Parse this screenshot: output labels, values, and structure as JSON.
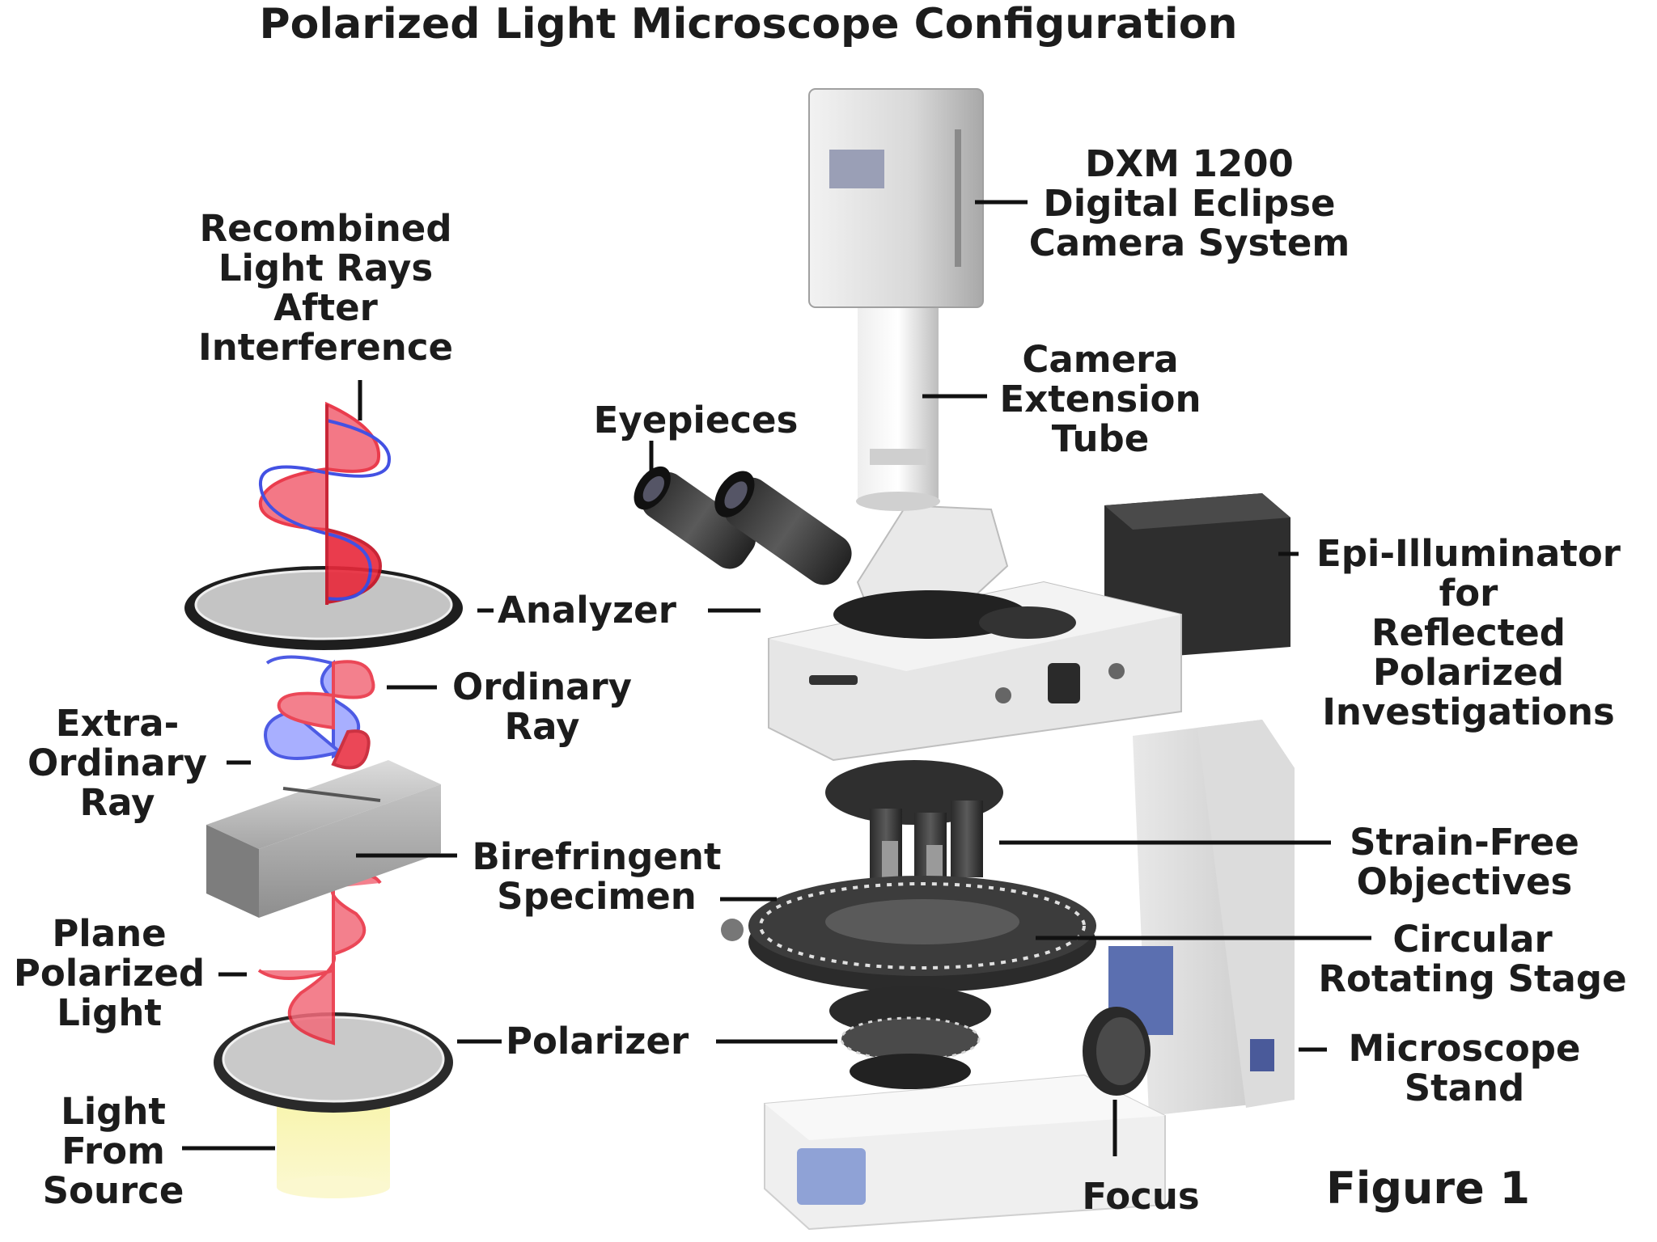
{
  "title": "Polarized Light Microscope Configuration",
  "figure_label": "Figure 1",
  "labels": {
    "recombined": [
      "Recombined",
      "Light Rays",
      "After",
      "Interference"
    ],
    "analyzer": [
      "Analyzer"
    ],
    "ordinary_ray": [
      "Ordinary",
      "Ray"
    ],
    "extraordinary_ray": [
      "Extra-",
      "Ordinary",
      "Ray"
    ],
    "birefringent_specimen": [
      "Birefringent",
      "Specimen"
    ],
    "plane_polarized": [
      "Plane",
      "Polarized",
      "Light"
    ],
    "polarizer": [
      "Polarizer"
    ],
    "light_source": [
      "Light",
      "From",
      "Source"
    ],
    "eyepieces": [
      "Eyepieces"
    ],
    "camera_system": [
      "DXM 1200",
      "Digital Eclipse",
      "Camera System"
    ],
    "extension_tube": [
      "Camera",
      "Extension",
      "Tube"
    ],
    "epi_illuminator": [
      "Epi-Illuminator",
      "for",
      "Reflected",
      "Polarized",
      "Investigations"
    ],
    "objectives": [
      "Strain-Free",
      "Objectives"
    ],
    "rotating_stage": [
      "Circular",
      "Rotating Stage"
    ],
    "stand": [
      "Microscope",
      "Stand"
    ],
    "focus": [
      "Focus"
    ]
  },
  "colors": {
    "ordinary_wave": "#e8283a",
    "extraordinary_wave": "#2f3fe0",
    "label_text": "#1c1c1c",
    "leader_line": "#111111",
    "filter_rim": "#1a1a1a",
    "light_beam": "#f4f07a"
  }
}
